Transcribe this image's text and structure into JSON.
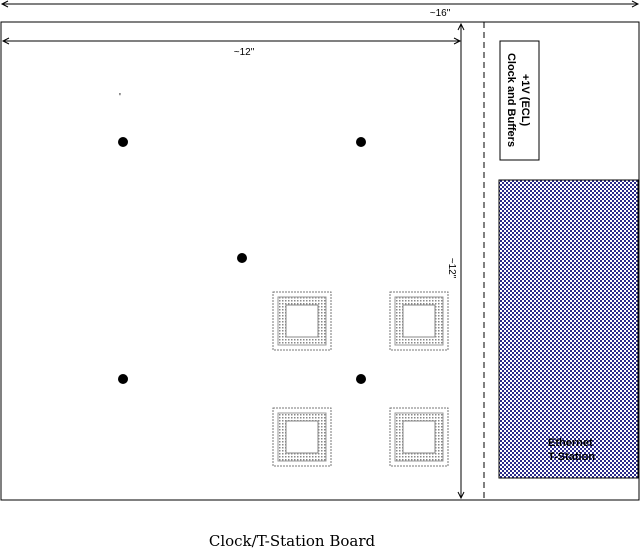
{
  "dimensions": {
    "overall_width": "~16\"",
    "inner_width": "~12\"",
    "height": "~12\""
  },
  "labels": {
    "tick_mark": "'",
    "ecl_box_line1": "+1V (ECL)",
    "ecl_box_line2": "Clock and Buffers",
    "ethernet_line1": "Ethernet",
    "ethernet_line2": "T-Station"
  },
  "caption": "Clock/T-Station Board",
  "colors": {
    "line": "#000000",
    "hatch": "#2a2a8a",
    "chip": "#888888"
  }
}
